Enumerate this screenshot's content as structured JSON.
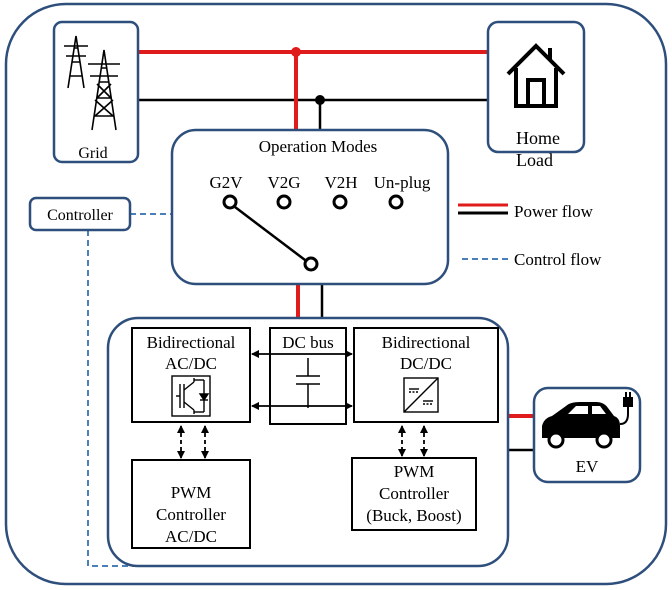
{
  "labels": {
    "grid": "Grid",
    "home_line1": "Home",
    "home_line2": "Load",
    "operation_modes": "Operation Modes",
    "controller": "Controller",
    "ev": "EV",
    "dc_bus": "DC bus"
  },
  "modes": [
    "G2V",
    "V2G",
    "V2H",
    "Un-plug"
  ],
  "legend": {
    "power_flow": "Power flow",
    "control_flow": "Control flow"
  },
  "acdc": {
    "line1": "Bidirectional",
    "line2": "AC/DC"
  },
  "dcdc": {
    "line1": "Bidirectional",
    "line2": "DC/DC"
  },
  "pwm_left": {
    "line1": "PWM",
    "line2": "Controller",
    "line3": "AC/DC"
  },
  "pwm_right": {
    "line1": "PWM",
    "line2": "Controller",
    "line3": "(Buck, Boost)"
  },
  "colors": {
    "power_red": "#e01b1b",
    "power_black": "#000000",
    "control_dashed": "#4a7fb8",
    "frame": "#2e4f7c"
  },
  "icons": [
    "transmission-tower-icon",
    "house-icon",
    "car-icon",
    "plug-icon",
    "igbt-icon",
    "dcdc-converter-icon",
    "capacitor-icon"
  ]
}
